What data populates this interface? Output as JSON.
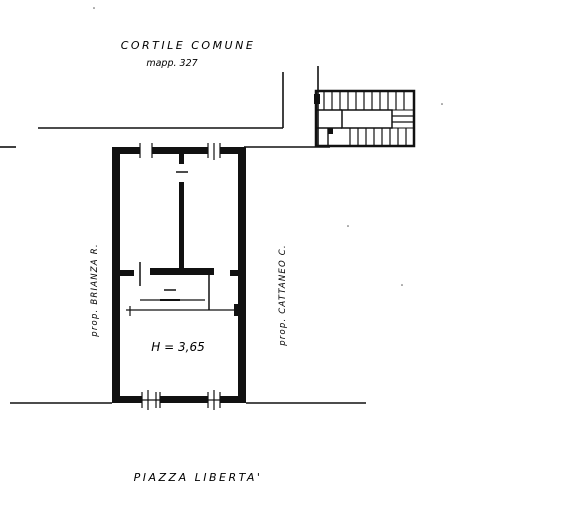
{
  "plan": {
    "courtyard_label": "CORTILE COMUNE",
    "parcel_label": "mapp. 327",
    "west_neighbor_label": "prop. BRIANZA R.",
    "east_neighbor_label": "prop. CATTANEO C.",
    "height_label": "H = 3,65",
    "square_label": "PIAZZA LIBERTA'"
  }
}
